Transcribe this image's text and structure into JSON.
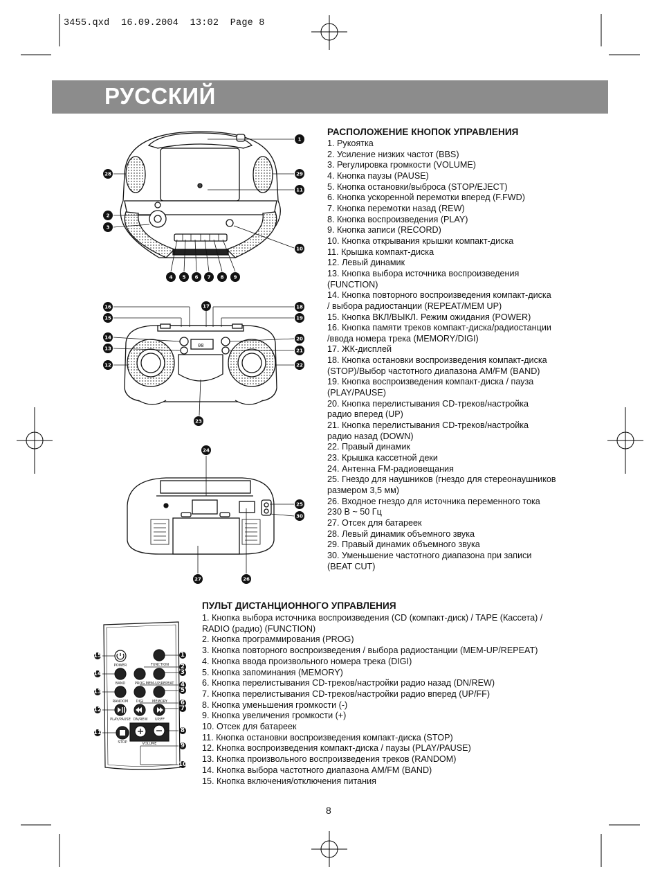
{
  "slug": "3455.qxd  16.09.2004  13:02  Page 8",
  "banner": {
    "title": "РУССКИЙ"
  },
  "controls": {
    "heading": "РАСПОЛОЖЕНИЕ КНОПОК УПРАВЛЕНИЯ",
    "items": [
      "1. Рукоятка",
      "2. Усиление низких частот (BBS)",
      "3. Регулировка громкости (VOLUME)",
      "4. Кнопка паузы (PAUSE)",
      "5. Кнопка остановки/выброса (STOP/EJECT)",
      "6. Кнопка ускоренной перемотки вперед (F.FWD)",
      "7. Кнопка перемотки назад (REW)",
      "8. Кнопка воспроизведения (PLAY)",
      "9. Кнопка записи (RECORD)",
      "10. Кнопка открывания крышки компакт-диска",
      "11. Крышка компакт-диска",
      "12. Левый динамик",
      "13. Кнопка выбора  источника воспроизведения\n(FUNCTION)",
      "14. Кнопка повторного воспроизведения компакт-диска\n/ выбора радиостанции (REPEAT/MEM UP)",
      "15. Кнопка ВКЛ/ВЫКЛ. Режим ожидания (POWER)",
      "16. Кнопка памяти треков компакт-диска/радиостанции\n/ввода номера трека (MEMORY/DIGI)",
      "17. ЖК-дисплей",
      "18. Кнопка остановки воспроизведения компакт-диска\n(STOP)/Выбор частотного диапазона AM/FM (BAND)",
      "19. Кнопка воспроизведения компакт-диска / пауза\n(PLAY/PAUSE)",
      "20. Кнопка перелистывания CD-треков/настройка\nрадио вперед (UP)",
      "21. Кнопка перелистывания CD-треков/настройка\nрадио назад (DOWN)",
      "22. Правый динамик",
      "23. Крышка кассетной деки",
      "24. Антенна FM-радиовещания",
      "25. Гнездо для наушников (гнездо для стереонаушников\nразмером 3,5 мм)",
      "26. Входное гнездо для источника переменного тока\n230 В ~ 50 Гц",
      "27. Отсек для батареек",
      "28. Левый динамик объемного звука",
      "29. Правый динамик объемного звука",
      "30. Уменьшение частотного диапазона при записи\n(BEAT CUT)"
    ]
  },
  "remote": {
    "heading": "ПУЛЬТ ДИСТАНЦИОННОГО УПРАВЛЕНИЯ",
    "items": [
      "1. Кнопка выбора источника воспроизведения (CD (компакт-диск) / TAPE (Кассета) /\nRADIO (радио) (FUNCTION)",
      "2. Кнопка программирования (PROG)",
      "3. Кнопка повторного воспроизведения / выбора радиостанции (MEM-UP/REPEAT)",
      "4. Кнопка ввода произвольного номера трека (DIGI)",
      "5. Кнопка запоминания (MEMORY)",
      "6. Кнопка перелистывания CD-треков/настройки радио назад (DN/REW)",
      "7. Кнопка перелистывания CD-треков/настройки радио вперед (UP/FF)",
      "8. Кнопка уменьшения громкости (-)",
      "9. Кнопка увеличения громкости  (+)",
      "10. Отсек для батареек",
      "11. Кнопка остановки воспроизведения компакт-диска (STOP)",
      "12. Кнопка воспроизведения компакт-диска / паузы (PLAY/PAUSE)",
      "13. Кнопка произвольного воспроизведения треков (RANDOM)",
      "14. Кнопка выбора частотного диапазона AM/FM (BAND)",
      "15. Кнопка включения/отключения питания"
    ],
    "labels": {
      "power": "POWER",
      "function": "FUNCTION",
      "band": "BAND",
      "prog": "PROG",
      "memup": "MEM-UP/REPEAT",
      "random": "RANDOM",
      "digi": "DIGI",
      "memory": "MEMORY",
      "playpause": "PLAY/PAUSE",
      "dnrew": "DN/REW",
      "upff": "UP/FF",
      "stop": "STOP",
      "volume": "VOLUME"
    }
  },
  "page_number": "8"
}
